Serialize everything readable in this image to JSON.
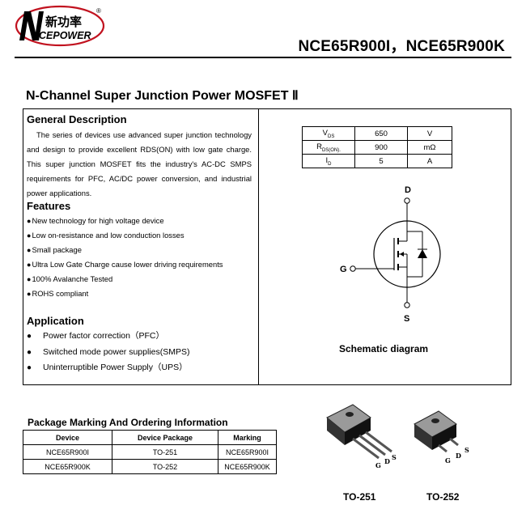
{
  "header": {
    "logo": {
      "cn_text": "新功率",
      "en_text": "CEPOWER",
      "registered": "®"
    },
    "part_numbers": "NCE65R900I，NCE65R900K"
  },
  "doc_title": "N-Channel Super Junction Power MOSFET Ⅱ",
  "general": {
    "title": "General Description",
    "text": "The series of devices use advanced super junction technology and design to provide excellent RDS(ON) with low gate charge. This super junction MOSFET fits the industry's AC-DC SMPS requirements for PFC, AC/DC power conversion, and industrial power applications."
  },
  "features": {
    "title": "Features",
    "items": [
      "New technology for high voltage device",
      "Low on-resistance and low conduction losses",
      "Small package",
      "Ultra Low Gate Charge cause lower driving requirements",
      "100% Avalanche Tested",
      "ROHS compliant"
    ]
  },
  "application": {
    "title": "Application",
    "items": [
      "Power factor correction（PFC）",
      "Switched mode power supplies(SMPS)",
      "Uninterruptible Power Supply（UPS）"
    ]
  },
  "specs": [
    {
      "param": "V",
      "sub": "DS",
      "value": "650",
      "unit": "V"
    },
    {
      "param": "R",
      "sub": "DS(ON).",
      "value": "900",
      "unit": "mΩ"
    },
    {
      "param": "I",
      "sub": "D",
      "value": "5",
      "unit": "A"
    }
  ],
  "schematic": {
    "pin_d": "D",
    "pin_g": "G",
    "pin_s": "S",
    "caption": "Schematic diagram"
  },
  "package": {
    "title": "Package Marking And Ordering Information",
    "headers": [
      "Device",
      "Device Package",
      "Marking"
    ],
    "rows": [
      [
        "NCE65R900I",
        "TO-251",
        "NCE65R900I"
      ],
      [
        "NCE65R900K",
        "TO-252",
        "NCE65R900K"
      ]
    ],
    "images": [
      {
        "caption": "TO-251",
        "pins": [
          "G",
          "D",
          "S"
        ]
      },
      {
        "caption": "TO-252",
        "pins": [
          "G",
          "D",
          "S"
        ]
      }
    ]
  }
}
